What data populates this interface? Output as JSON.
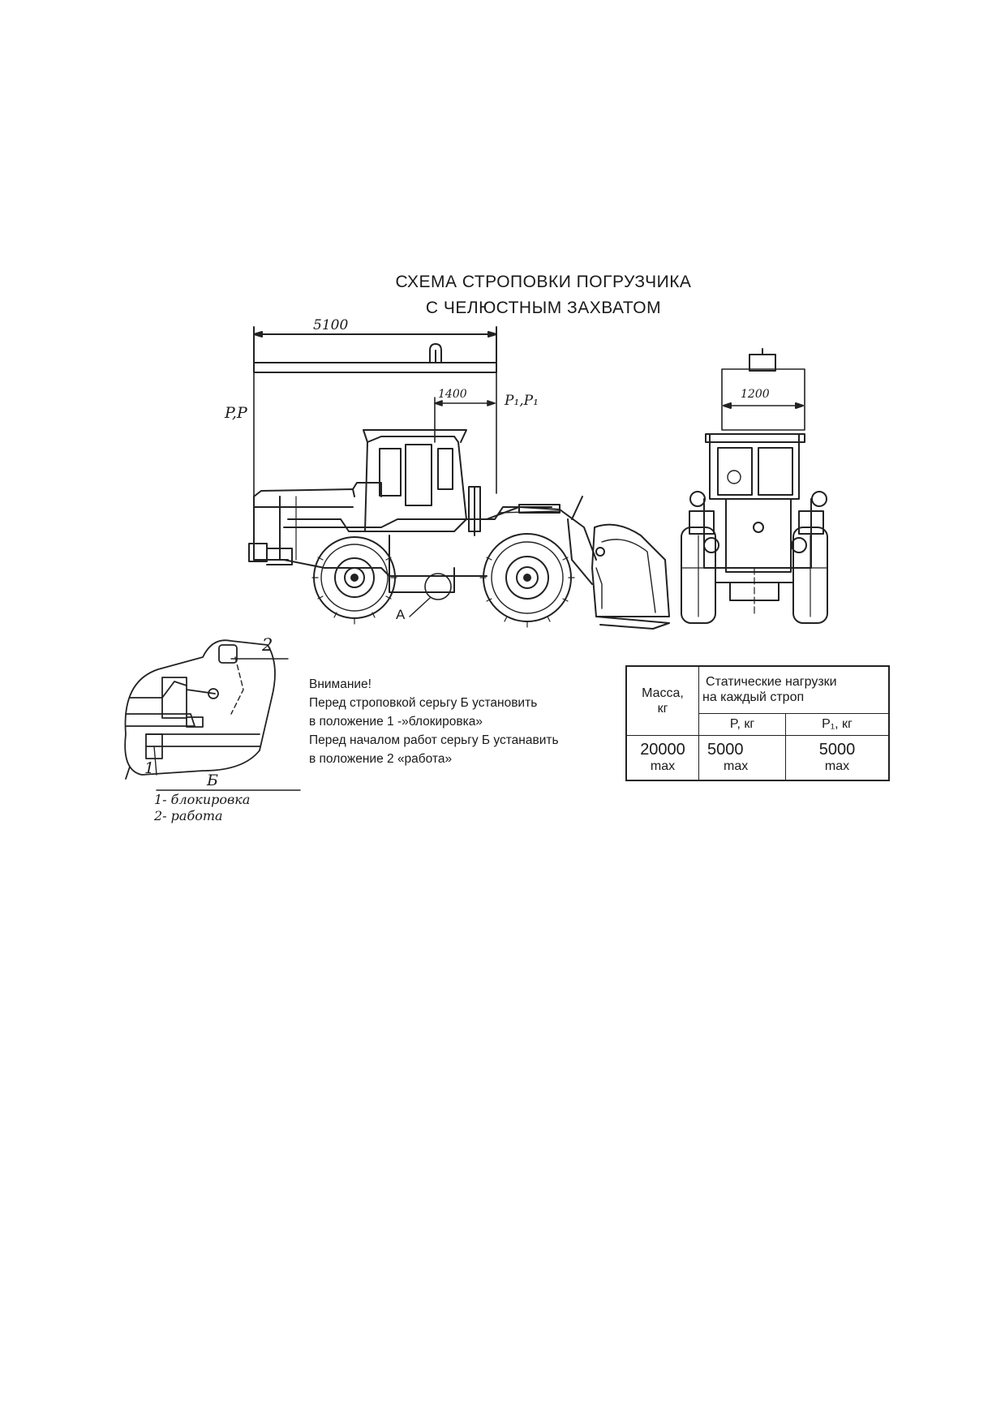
{
  "title": {
    "line1": "СХЕМА СТРОПОВКИ ПОГРУЗЧИКА",
    "line2": "С ЧЕЛЮСТНЫМ ЗАХВАТОМ"
  },
  "dimensions": {
    "overall": "5100",
    "offset": "1400",
    "front_width": "1200"
  },
  "labels": {
    "p_left": "P,P",
    "p_right": "P₁,P₁",
    "detail_a": "A",
    "detail_2": "2",
    "detail_1": "1",
    "detail_b": "Б",
    "legend_1": "1- блокировка",
    "legend_2": "2- работа"
  },
  "notice": {
    "heading": "Внимание!",
    "line1": "Перед  строповкой серьгу Б  установить",
    "line2": "в положение 1 -»блокировка»",
    "line3": "Перед началом работ серьгу Б устанавить",
    "line4": "в положение 2 «работа»"
  },
  "table": {
    "mass_header_1": "Масса,",
    "mass_header_2": "кг",
    "loads_header_1": "Статические нагрузки",
    "loads_header_2": "на каждый строп",
    "p_header": "P, кг",
    "p1_header": "P₁, кг",
    "mass_value": "20000",
    "mass_note": "max",
    "p_value": "5000",
    "p_note": "max",
    "p1_value": "5000",
    "p1_note": "max"
  }
}
